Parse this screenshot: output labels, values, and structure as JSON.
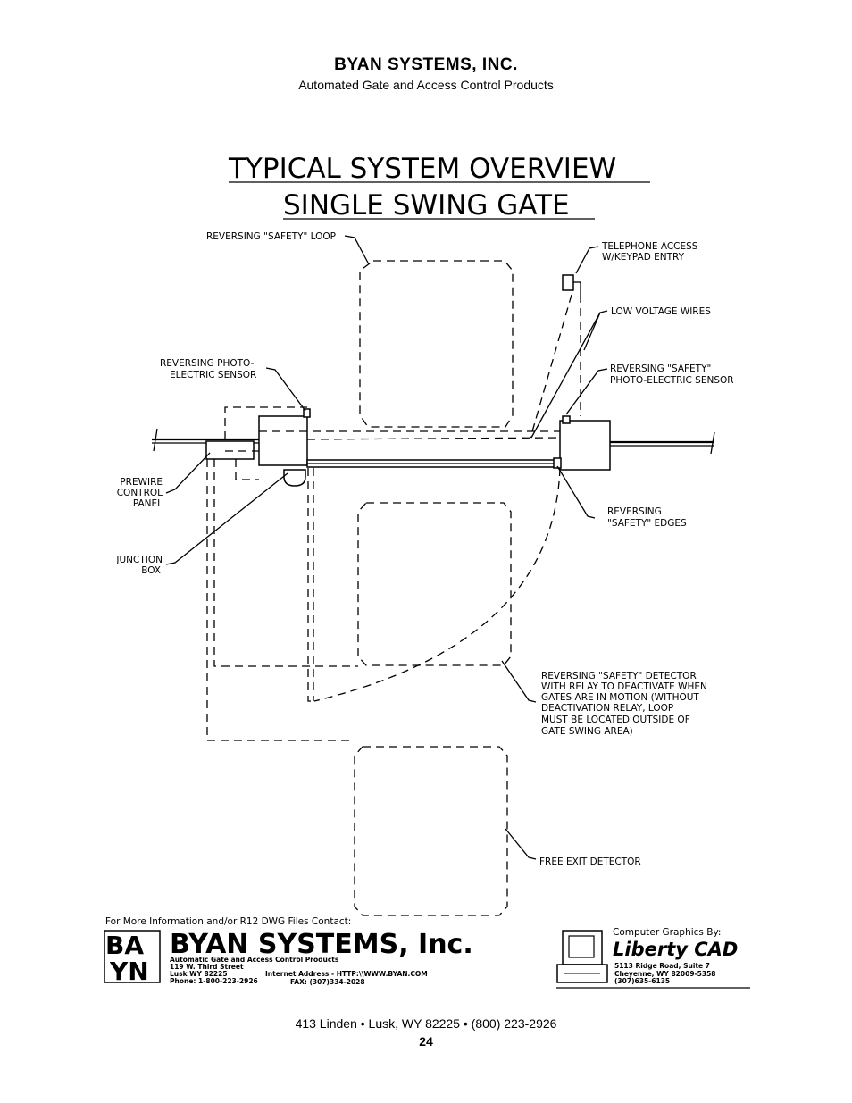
{
  "header": {
    "company": "BYAN SYSTEMS, INC.",
    "tagline": "Automated Gate and Access Control Products"
  },
  "diagram": {
    "title_line1": "TYPICAL SYSTEM OVERVIEW",
    "title_line2": "SINGLE SWING GATE",
    "labels": {
      "safety_loop": "REVERSING \"SAFETY\" LOOP",
      "telephone_1": "TELEPHONE ACCESS",
      "telephone_2": "W/KEYPAD ENTRY",
      "low_voltage": "LOW VOLTAGE WIRES",
      "photo_left_1": "REVERSING PHOTO-",
      "photo_left_2": "ELECTRIC SENSOR",
      "photo_right_1": "REVERSING \"SAFETY\"",
      "photo_right_2": "PHOTO-ELECTRIC SENSOR",
      "prewire_1": "PREWIRE",
      "prewire_2": "CONTROL",
      "prewire_3": "PANEL",
      "junction_1": "JUNCTION",
      "junction_2": "BOX",
      "edges_1": "REVERSING",
      "edges_2": "\"SAFETY\" EDGES",
      "detector_1": "REVERSING \"SAFETY\" DETECTOR",
      "detector_2": "WITH RELAY TO DEACTIVATE WHEN",
      "detector_3": "GATES ARE IN MOTION (WITHOUT",
      "detector_4": "DEACTIVATION RELAY, LOOP",
      "detector_5": "MUST BE LOCATED OUTSIDE OF",
      "detector_6": "GATE SWING AREA)",
      "free_exit": "FREE EXIT DETECTOR"
    }
  },
  "contact_block": {
    "heading": "For More Information and/or R12 DWG Files Contact:",
    "logo_letters": "BA YN",
    "company": "BYAN SYSTEMS, Inc.",
    "line1": "Automatic Gate and Access Control Products",
    "line2": "119 W. Third Street",
    "line3": "Lusk WY  82225",
    "internet": "Internet Address - HTTP:\\\\WWW.BYAN.COM",
    "phone": "Phone: 1-800-223-2926",
    "fax": "FAX: (307)334-2028"
  },
  "liberty_block": {
    "heading": "Computer Graphics By:",
    "brand": "Liberty CAD",
    "addr1": "5113 Ridge Road, Suite 7",
    "addr2": "Cheyenne, WY  82009-5358",
    "phone": "(307)635-6135"
  },
  "footer": {
    "address": "413 Linden • Lusk, WY 82225 • (800) 223-2926",
    "page_number": "24"
  }
}
